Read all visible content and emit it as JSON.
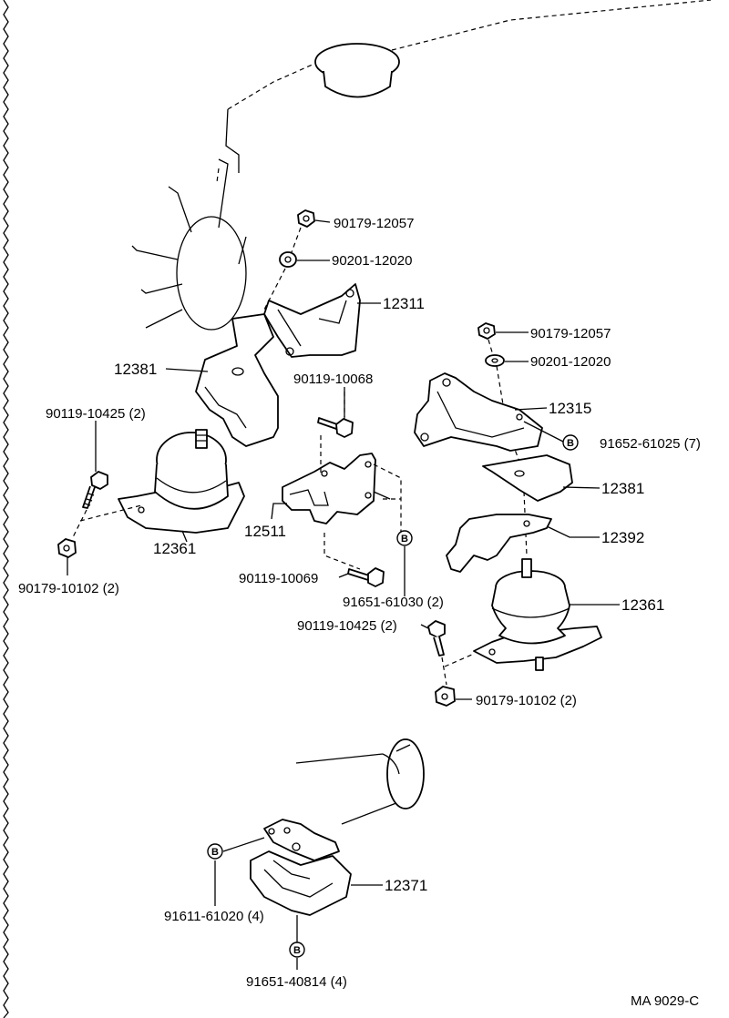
{
  "diagram": {
    "code": "MA 9029-C",
    "labels": {
      "p90179_12057_a": "90179-12057",
      "p90201_12020_a": "90201-12020",
      "p12311": "12311",
      "p12381_a": "12381",
      "p90119_10068": "90119-10068",
      "p90119_10425_a": "90119-10425 (2)",
      "p12511": "12511",
      "p12361_a": "12361",
      "p90179_10102_a": "90179-10102 (2)",
      "p90119_10069": "90119-10069",
      "p91651_61030": "91651-61030 (2)",
      "p90179_12057_b": "90179-12057",
      "p90201_12020_b": "90201-12020",
      "p12315": "12315",
      "p91652_61025": "91652-61025 (7)",
      "p12381_b": "12381",
      "p12392": "12392",
      "p12361_b": "12361",
      "p90119_10425_b": "90119-10425 (2)",
      "p90179_10102_b": "90179-10102 (2)",
      "p12371": "12371",
      "p91611_61020": "91611-61020 (4)",
      "p91651_40814": "91651-40814 (4)"
    },
    "badge_letter": "B"
  }
}
